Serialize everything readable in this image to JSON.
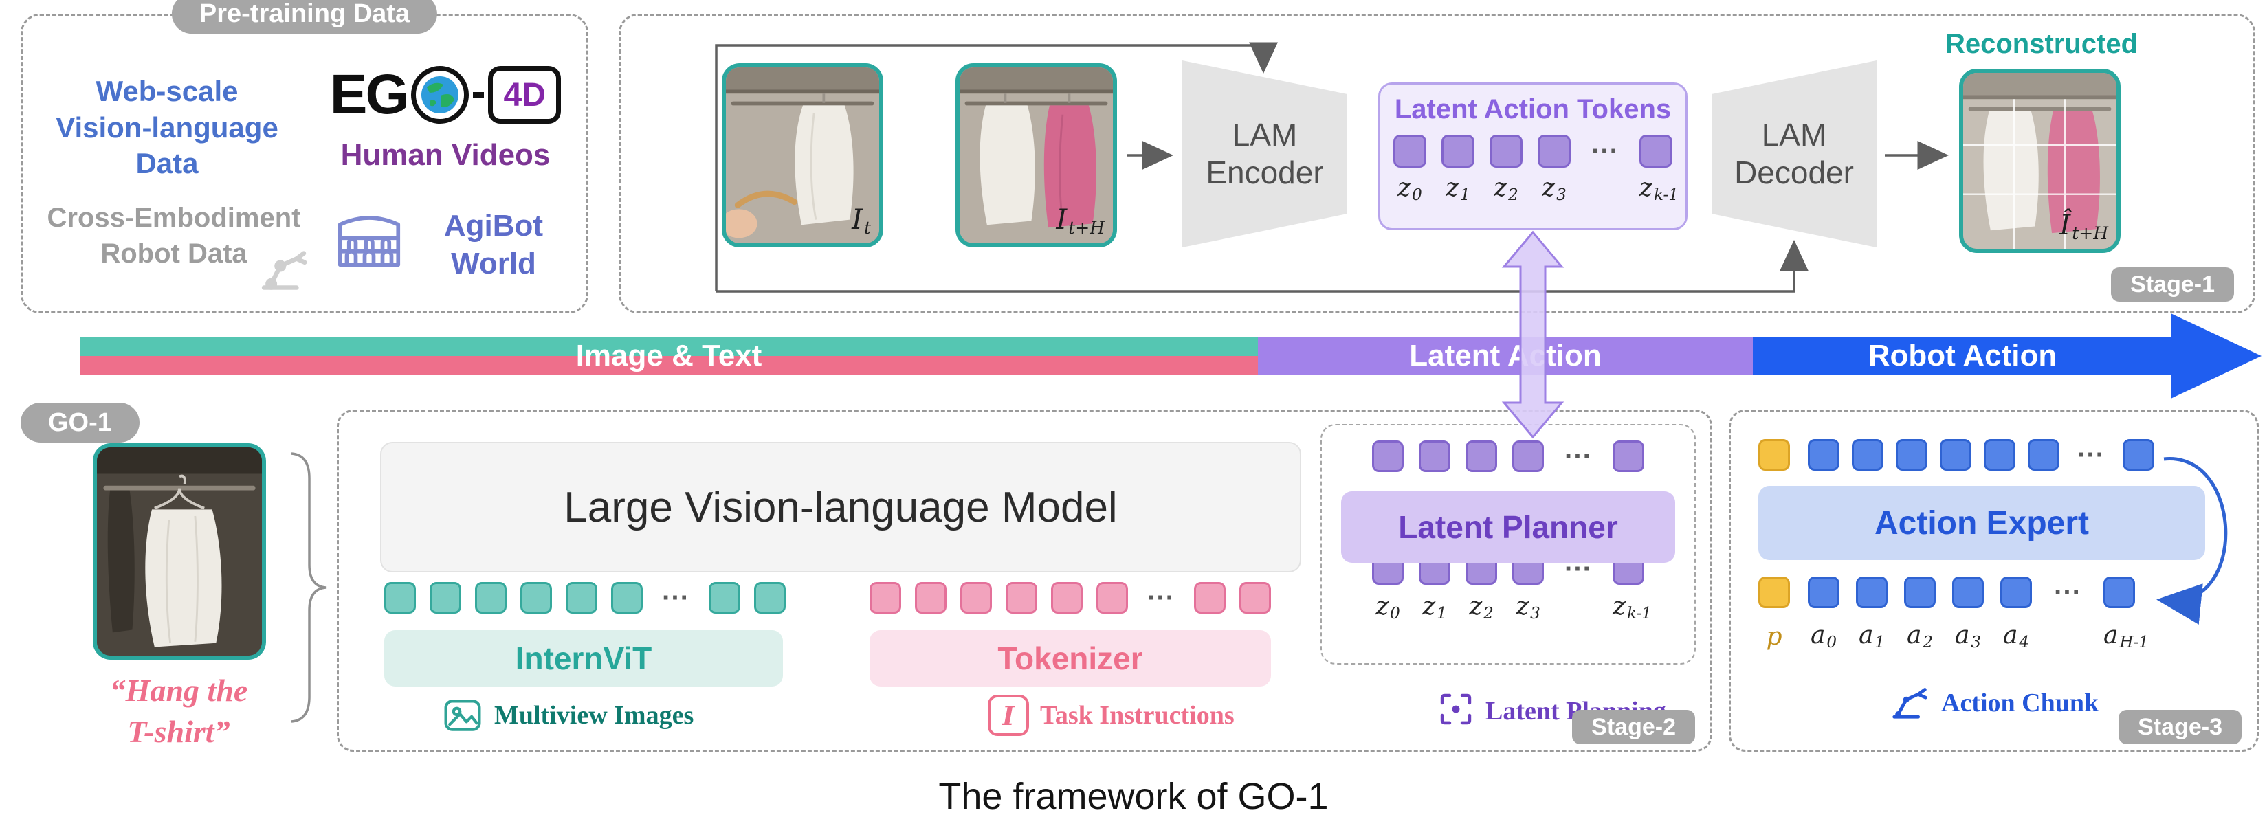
{
  "ui": {
    "dots": "···"
  },
  "caption": "The framework of GO-1",
  "pretraining": {
    "title": "Pre-training Data",
    "web_scale": "Web-scale\nVision-language\nData",
    "ego_eg": "EG",
    "ego_4d": "4D",
    "human_videos": "Human Videos",
    "cross": "Cross-Embodiment\nRobot Data",
    "agibot": "AgiBot\nWorld"
  },
  "stage1": {
    "badge": "Stage-1",
    "encoder": "LAM\nEncoder",
    "decoder": "LAM\nDecoder",
    "tokens_title": "Latent Action Tokens",
    "reconstructed": "Reconstructed",
    "img1": {
      "b": "I",
      "s": "t"
    },
    "img2": {
      "b": "I",
      "s": "t+H"
    },
    "recon": {
      "b": "Î",
      "s": "t+H"
    },
    "z": [
      {
        "b": "z",
        "s": "0"
      },
      {
        "b": "z",
        "s": "1"
      },
      {
        "b": "z",
        "s": "2"
      },
      {
        "b": "z",
        "s": "3"
      },
      {
        "b": "z",
        "s": "k-1"
      }
    ]
  },
  "flowbar": {
    "image_text": "Image & Text",
    "latent_action": "Latent Action",
    "robot_action": "Robot Action"
  },
  "go1": {
    "badge": "GO-1",
    "quote": "“Hang the\nT-shirt”"
  },
  "stage2": {
    "badge": "Stage-2",
    "vlm": "Large Vision-language Model",
    "internvit": "InternViT",
    "tokenizer": "Tokenizer",
    "multiview": "Multiview Images",
    "task_icon": "I",
    "task_instructions": "Task Instructions",
    "latent_planner": "Latent Planner",
    "latent_planning": "Latent Planning",
    "z": [
      {
        "b": "z",
        "s": "0"
      },
      {
        "b": "z",
        "s": "1"
      },
      {
        "b": "z",
        "s": "2"
      },
      {
        "b": "z",
        "s": "3"
      },
      {
        "b": "z",
        "s": "k-1"
      }
    ]
  },
  "stage3": {
    "badge": "Stage-3",
    "action_expert": "Action Expert",
    "action_chunk": "Action Chunk",
    "p": "p",
    "a": [
      {
        "b": "a",
        "s": "0"
      },
      {
        "b": "a",
        "s": "1"
      },
      {
        "b": "a",
        "s": "2"
      },
      {
        "b": "a",
        "s": "3"
      },
      {
        "b": "a",
        "s": "4"
      },
      {
        "b": "a",
        "s": "H-1"
      }
    ]
  }
}
